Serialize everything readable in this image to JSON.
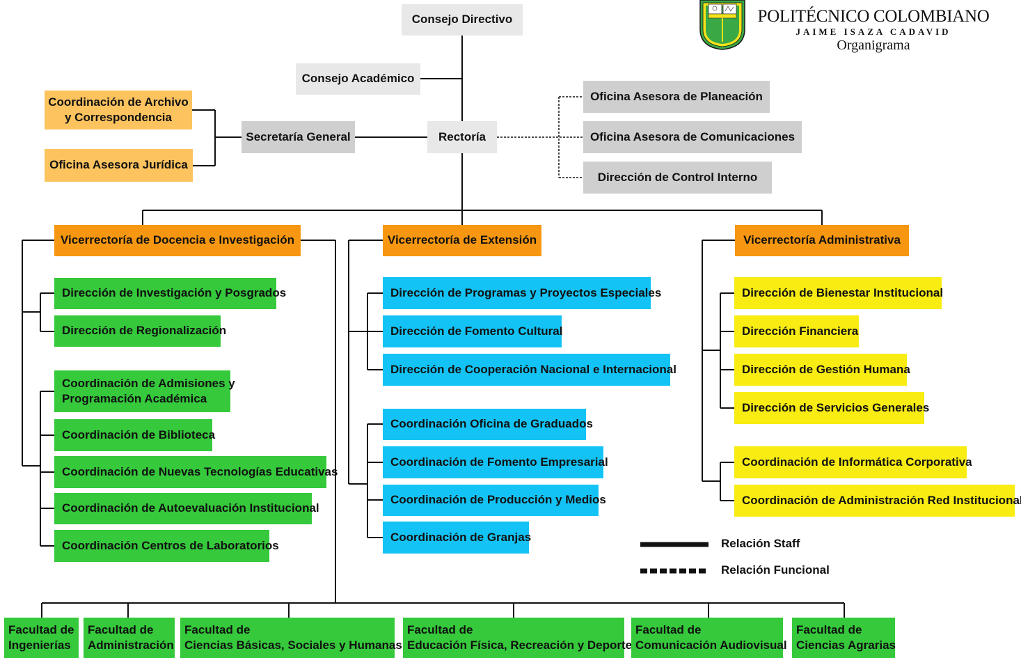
{
  "header": {
    "institution": "POLITÉCNICO COLOMBIANO",
    "subtitle": "JAIME ISAZA CADAVID",
    "document": "Organigrama"
  },
  "colors": {
    "board": "#cfcfcf",
    "support": "#fcc35e",
    "vicerrectoria": "#f79711",
    "docencia": "#35c93b",
    "extension": "#14c3f5",
    "administrativa": "#f8ec13",
    "logo_green": "#3aa845",
    "logo_yellow": "#f3e21b"
  },
  "top": {
    "consejo_directivo": "Consejo Directivo",
    "consejo_academico": "Consejo Académico",
    "rectoria": "Rectoría",
    "secretaria_general": "Secretaría General",
    "coord_archivo": [
      "Coordinación de Archivo",
      "y Correspondencia"
    ],
    "oficina_juridica": "Oficina Asesora Jurídica",
    "oficina_planeacion": "Oficina Asesora de Planeación",
    "oficina_comunicaciones": "Oficina Asesora de Comunicaciones",
    "control_interno": "Dirección de Control Interno"
  },
  "vicerrectorias": {
    "docencia": {
      "title": "Vicerrectoría de Docencia e Investigación",
      "direcciones": [
        "Dirección de Investigación y Posgrados",
        "Dirección de Regionalización"
      ],
      "admisiones": [
        "Coordinación de Admisiones y",
        "Programación Académica"
      ],
      "coordinaciones": [
        "Coordinación de Biblioteca",
        "Coordinación de Nuevas Tecnologías Educativas",
        "Coordinación de Autoevaluación Institucional",
        "Coordinación Centros de Laboratorios"
      ]
    },
    "extension": {
      "title": "Vicerrectoría de Extensión",
      "direcciones": [
        "Dirección de Programas y Proyectos Especiales",
        "Dirección de Fomento Cultural",
        "Dirección de Cooperación Nacional e Internacional"
      ],
      "coordinaciones": [
        "Coordinación Oficina de Graduados",
        "Coordinación de Fomento Empresarial",
        "Coordinación de Producción y Medios",
        "Coordinación de Granjas"
      ]
    },
    "administrativa": {
      "title": "Vicerrectoría Administrativa",
      "direcciones": [
        "Dirección de Bienestar Institucional",
        "Dirección Financiera",
        "Dirección de Gestión Humana",
        "Dirección de Servicios Generales"
      ],
      "coordinaciones": [
        "Coordinación de Informática Corporativa",
        "Coordinación de Administración Red Institucional"
      ]
    }
  },
  "facultades": [
    [
      "Facultad de",
      "Ingenierías"
    ],
    [
      "Facultad de",
      "Administración"
    ],
    [
      "Facultad de",
      "Ciencias Básicas, Sociales y Humanas"
    ],
    [
      "Facultad de",
      "Educación Física, Recreación y Deporte"
    ],
    [
      "Facultad de",
      "Comunicación Audiovisual"
    ],
    [
      "Facultad de",
      "Ciencias Agrarias"
    ]
  ],
  "legend": {
    "staff": "Relación Staff",
    "funcional": "Relación Funcional"
  }
}
